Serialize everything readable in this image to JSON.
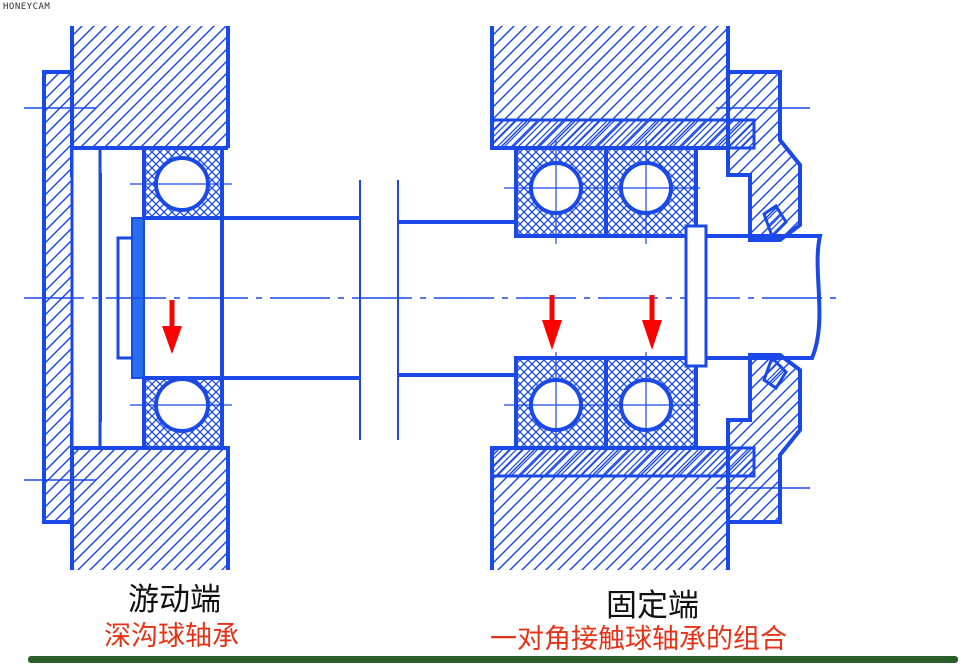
{
  "watermark": "HONEYCAM",
  "left_end": {
    "title": "游动端",
    "subtitle": "深沟球轴承"
  },
  "right_end": {
    "title": "固定端",
    "subtitle": "一对角接触球轴承的组合"
  },
  "colors": {
    "line": "#1a49e8",
    "arrow": "#ff0000",
    "caption_red": "#e53317",
    "bar": "#2a5f2a"
  }
}
